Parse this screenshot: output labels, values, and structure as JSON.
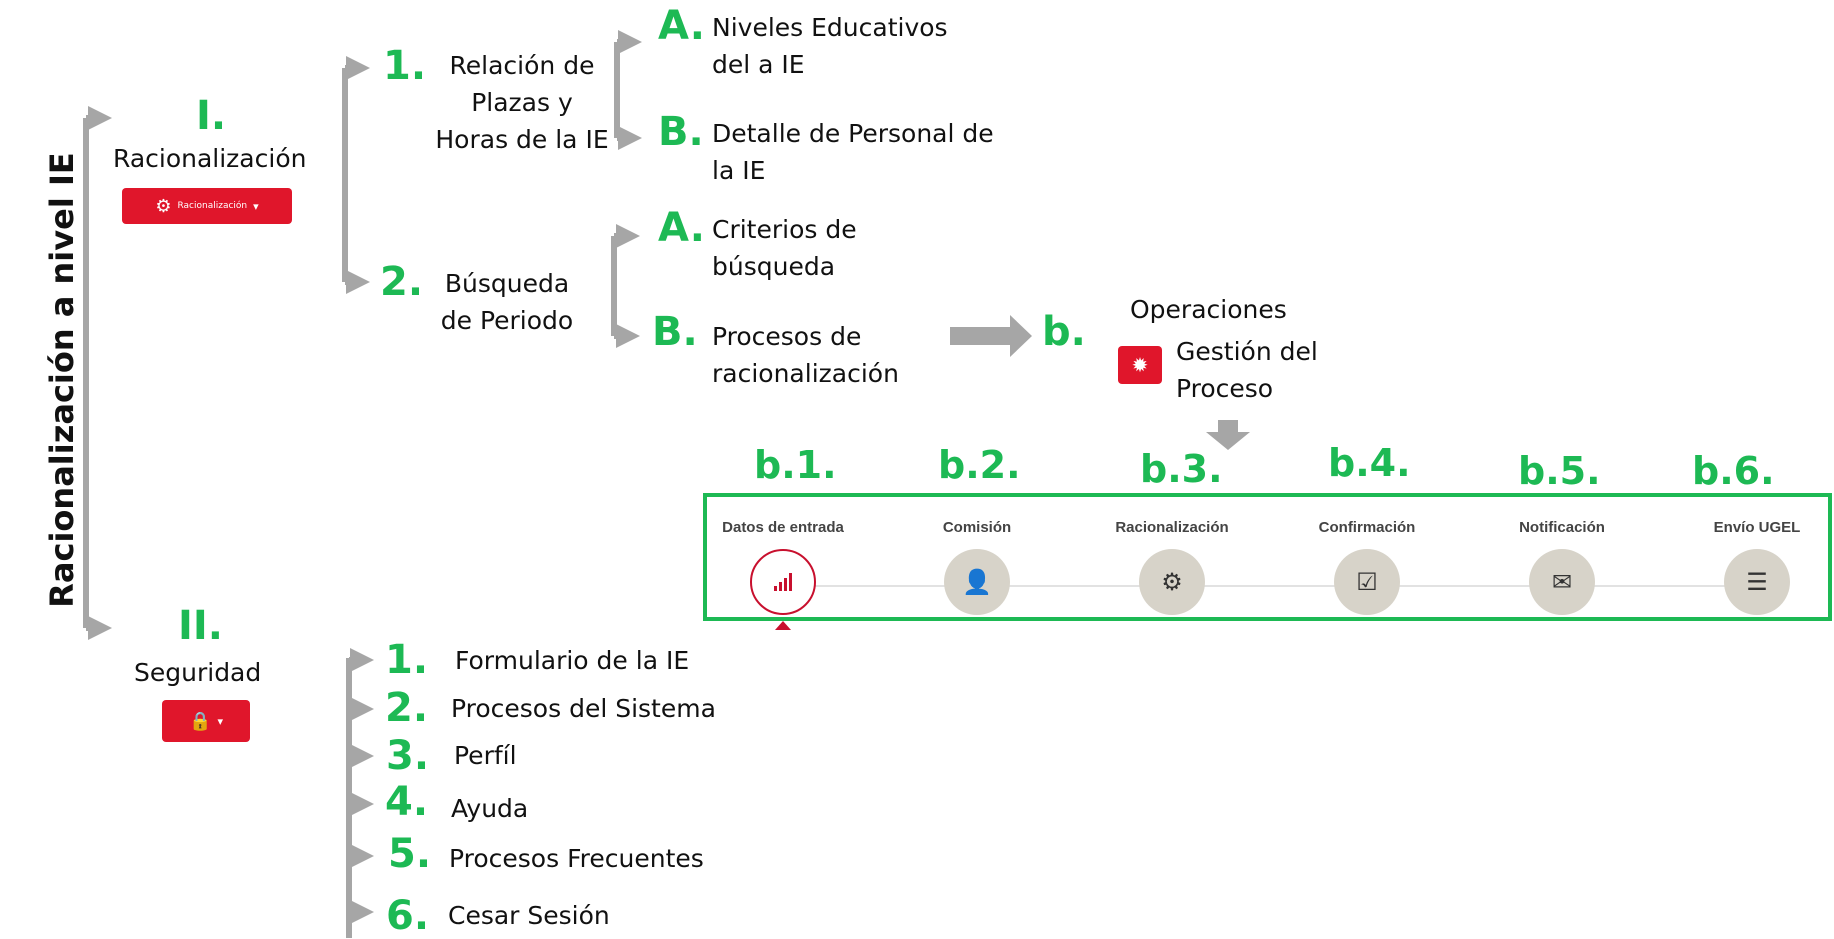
{
  "title": "Racionalización a nivel IE",
  "branches": [
    {
      "marker": "I.",
      "label": "Racionalización",
      "button_label": "Racionalización",
      "button_icon": "gears-icon",
      "items": [
        {
          "marker": "1.",
          "label": "Relación de Plazas y Horas de la IE",
          "subitems": [
            {
              "marker": "A.",
              "label": "Niveles Educativos del a IE"
            },
            {
              "marker": "B.",
              "label": "Detalle de Personal de la IE"
            }
          ]
        },
        {
          "marker": "2.",
          "label": "Búsqueda de Periodo",
          "subitems": [
            {
              "marker": "A.",
              "label": "Criterios de búsqueda"
            },
            {
              "marker": "B.",
              "label": "Procesos de racionalización"
            }
          ]
        }
      ]
    },
    {
      "marker": "II.",
      "label": "Seguridad",
      "button_icon": "lock-icon",
      "items": [
        {
          "marker": "1.",
          "label": "Formulario de la IE"
        },
        {
          "marker": "2.",
          "label": "Procesos del Sistema"
        },
        {
          "marker": "3.",
          "label": "Perfíl"
        },
        {
          "marker": "4.",
          "label": "Ayuda"
        },
        {
          "marker": "5.",
          "label": "Procesos Frecuentes"
        },
        {
          "marker": "6.",
          "label": "Cesar Sesión"
        }
      ]
    }
  ],
  "operations": {
    "marker": "b.",
    "title": "Operaciones",
    "action_label": "Gestión del Proceso",
    "action_icon": "gear-icon"
  },
  "wizard": {
    "active_step": 0,
    "steps": [
      {
        "marker": "b.1.",
        "label": "Datos de entrada",
        "icon": "signal-bars-icon"
      },
      {
        "marker": "b.2.",
        "label": "Comisión",
        "icon": "user-icon"
      },
      {
        "marker": "b.3.",
        "label": "Racionalización",
        "icon": "gear-icon"
      },
      {
        "marker": "b.4.",
        "label": "Confirmación",
        "icon": "check-box-icon"
      },
      {
        "marker": "b.5.",
        "label": "Notificación",
        "icon": "envelope-icon"
      },
      {
        "marker": "b.6.",
        "label": "Envío UGEL",
        "icon": "list-icon"
      }
    ]
  },
  "colors": {
    "accent_green": "#1db954",
    "button_red": "#e0162b",
    "connector_gray": "#a6a6a6",
    "step_circle": "#d7d3c9",
    "active_red": "#c8102e"
  }
}
